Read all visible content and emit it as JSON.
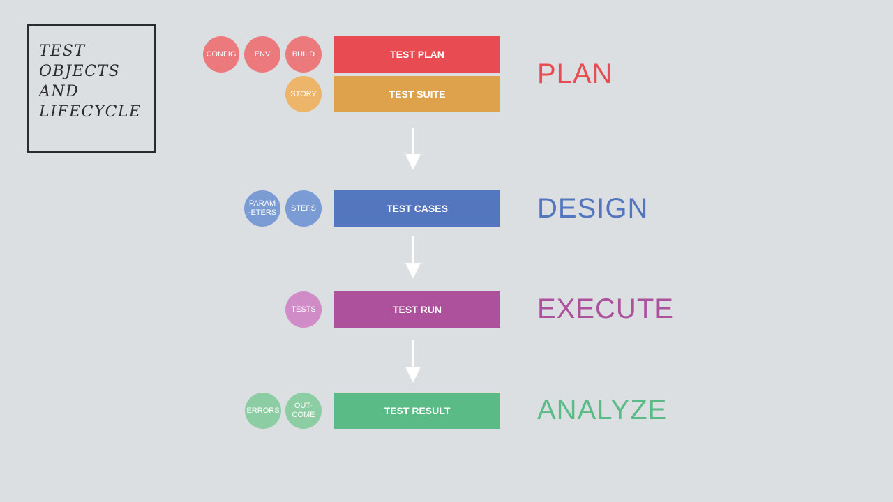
{
  "title": "TEST\nOBJECTS\nAND\nLIFECYCLE",
  "colors": {
    "background": "#dcdfe2",
    "plan": "#e84c52",
    "suite": "#dea24c",
    "design": "#5476be",
    "execute": "#ad519d",
    "analyze": "#5bbb86"
  },
  "bars": {
    "test_plan": "TEST PLAN",
    "test_suite": "TEST SUITE",
    "test_cases": "TEST CASES",
    "test_run": "TEST RUN",
    "test_result": "TEST RESULT"
  },
  "circles": {
    "config": "CONFIG",
    "env": "ENV",
    "build": "BUILD",
    "story": "STORY",
    "parameters": "PARAM\n-ETERS",
    "steps": "STEPS",
    "tests": "TESTS",
    "errors": "ERRORS",
    "outcome": "OUT-\nCOME"
  },
  "stages": {
    "plan": "PLAN",
    "design": "DESIGN",
    "execute": "EXECUTE",
    "analyze": "ANALYZE"
  }
}
